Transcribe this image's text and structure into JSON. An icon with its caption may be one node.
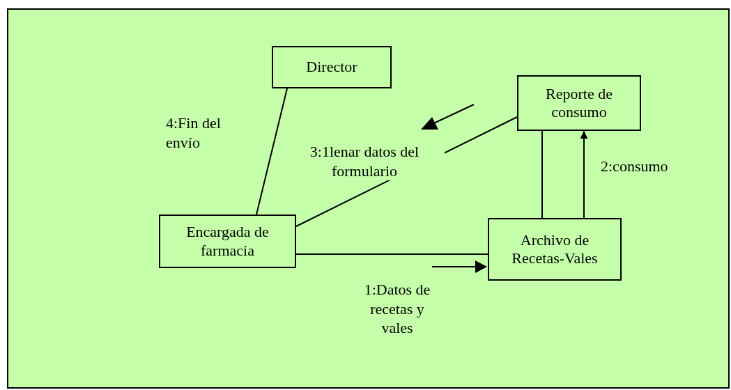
{
  "diagram": {
    "nodes": [
      {
        "text": [
          "Director"
        ]
      },
      {
        "text": [
          "Reporte de consumo"
        ]
      },
      {
        "text": [
          "Encargada de farmacia"
        ]
      },
      {
        "text": [
          "Archivo de Recetas-Vales"
        ]
      }
    ],
    "edges": [
      {
        "from": 0,
        "to": 2,
        "arrow": "none",
        "label": "4:Fin del envío"
      },
      {
        "from": 2,
        "to": 1,
        "arrow": "none",
        "label": "3:1lenar datos del formulario"
      },
      {
        "from": 2,
        "to": 3,
        "arrow": "none",
        "label": "1:Datos de recetas y vales"
      },
      {
        "from": 1,
        "to": 3,
        "arrow": "none"
      },
      {
        "from": 3,
        "to": 1,
        "arrow": "to",
        "label": "2:consumo"
      }
    ]
  }
}
